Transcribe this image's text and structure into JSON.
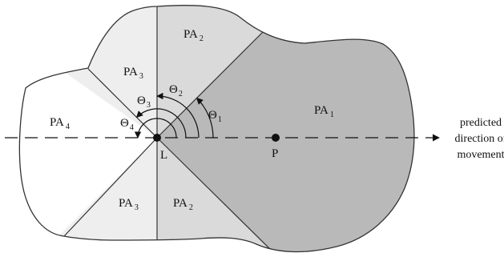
{
  "colors": {
    "pa1_fill": "#b9b9b9",
    "pa2_fill": "#dadada",
    "pa3_fill": "#eeeeee",
    "pa4_fill": "#ffffff",
    "stroke": "#333333"
  },
  "regions": {
    "pa1": {
      "text": "PA",
      "sub": "1"
    },
    "pa2_top": {
      "text": "PA",
      "sub": "2"
    },
    "pa2_bottom": {
      "text": "PA",
      "sub": "2"
    },
    "pa3_top": {
      "text": "PA",
      "sub": "3"
    },
    "pa3_bottom": {
      "text": "PA",
      "sub": "3"
    },
    "pa4": {
      "text": "PA",
      "sub": "4"
    }
  },
  "angles": {
    "theta1": {
      "text": "Θ",
      "sub": "1"
    },
    "theta2": {
      "text": "Θ",
      "sub": "2"
    },
    "theta3": {
      "text": "Θ",
      "sub": "3"
    },
    "theta4": {
      "text": "Θ",
      "sub": "4"
    }
  },
  "points": {
    "L": "L",
    "P": "P"
  },
  "caption": {
    "line1": "predicted",
    "line2": "direction of",
    "line3": "movement"
  }
}
